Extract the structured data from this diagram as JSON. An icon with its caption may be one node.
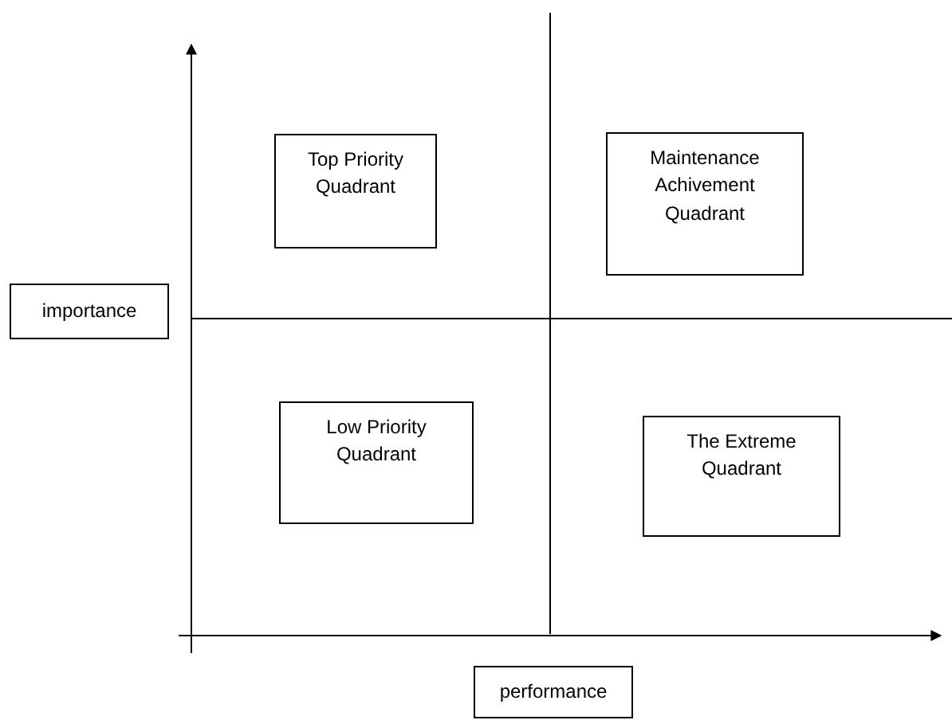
{
  "diagram": {
    "nodes": [
      {
        "text": [
          "Top Priority Quadrant"
        ]
      },
      {
        "text": [
          "Maintenance Achivement Quadrant"
        ]
      },
      {
        "text": [
          "importance"
        ]
      },
      {
        "text": [
          "Low Priority Quadrant"
        ]
      },
      {
        "text": [
          "The Extreme Quadrant"
        ]
      },
      {
        "text": [
          "performance"
        ]
      }
    ]
  }
}
